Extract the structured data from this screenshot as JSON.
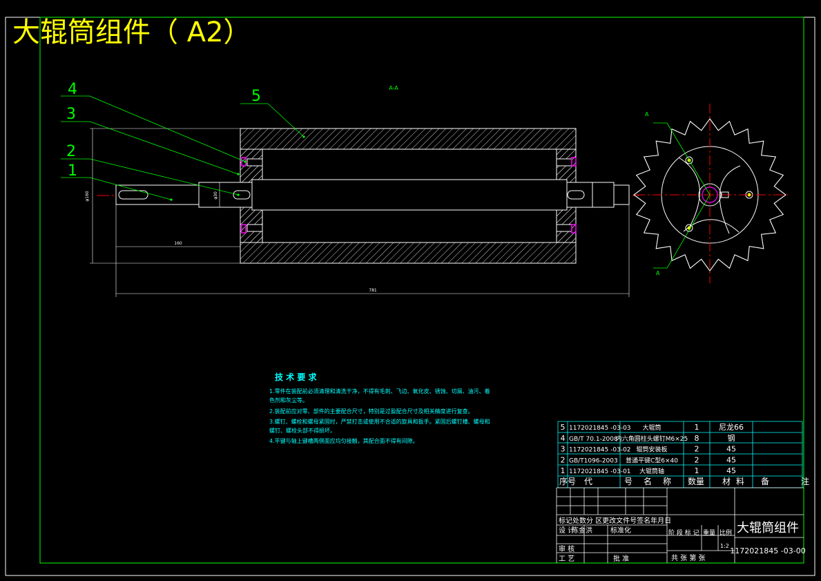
{
  "title": "大辊筒组件（ A2）",
  "colors": {
    "background": "#000000",
    "frame": "#00ff00",
    "title": "#ffff00",
    "part_lines": "#ffffff",
    "center_line": "#ff0000",
    "callout": "#00ff00",
    "notes": "#00ffff",
    "fastener": "#ff00ff",
    "table_text": "#ffffff",
    "table_lines": "#00ffff"
  },
  "callouts": [
    "1",
    "2",
    "3",
    "4",
    "5"
  ],
  "section_label_top": "A-A",
  "section_marks": [
    "A",
    "A"
  ],
  "dimensions": {
    "diameter": "φ160",
    "shaft_dim": "φ30",
    "length_short": "160",
    "length_total": "781"
  },
  "notes": {
    "heading": "技 术 要 求",
    "lines": [
      "1.零件在装配前必须清理和清洗干净，不得有毛刺、飞边、氧化皮、锈蚀、切屑、油污、着",
      "色剂和灰尘等。",
      "2.装配前应对零、部件的主要配合尺寸，特别是过盈配合尺寸及相关精度进行复查。",
      "3.螺钉、螺栓和螺母紧固时，严禁打击或使用不合适的旋具和扳手。紧固后螺钉槽、螺母和",
      "螺钉、螺栓头部不得损坏。",
      "4.平键与轴上键槽两侧面应均匀接触，其配合面不得有间隙。"
    ]
  },
  "bom": {
    "rows": [
      {
        "no": "5",
        "code": "1172021845 -03-03",
        "name": "大辊筒",
        "qty": "1",
        "material": "尼龙66"
      },
      {
        "no": "4",
        "code": "GB/T 70.1-2008",
        "name": "内六角圆柱头螺钉M6×25",
        "qty": "8",
        "material": "钢"
      },
      {
        "no": "3",
        "code": "1172021845 -03-02",
        "name": "辊筒安装板",
        "qty": "2",
        "material": "45"
      },
      {
        "no": "2",
        "code": "GB/T1096-2003",
        "name": "普通平键C型6×40",
        "qty": "2",
        "material": "45"
      },
      {
        "no": "1",
        "code": "1172021845 -03-01",
        "name": "大辊筒轴",
        "qty": "1",
        "material": "45"
      }
    ],
    "header": [
      "序号",
      "代",
      "号",
      "名",
      "称",
      "数量",
      "材",
      "料",
      "备",
      "注"
    ]
  },
  "title_block": {
    "marks_row": "标记处数分 区更改文件号签名年月日",
    "design_label": "设 计",
    "design_name": "陈金洪",
    "standard_label": "标准化",
    "stage_label": "阶 段 标 记",
    "weight_label": "重量",
    "scale_label": "比例",
    "scale_value": "1:2",
    "review_label": "审 核",
    "process_label": "工 艺",
    "approve_label": "批 准",
    "sheets_label": "共   张   第   张",
    "drawing_name": "大辊筒组件",
    "drawing_code": "1172021845 -03-00"
  }
}
